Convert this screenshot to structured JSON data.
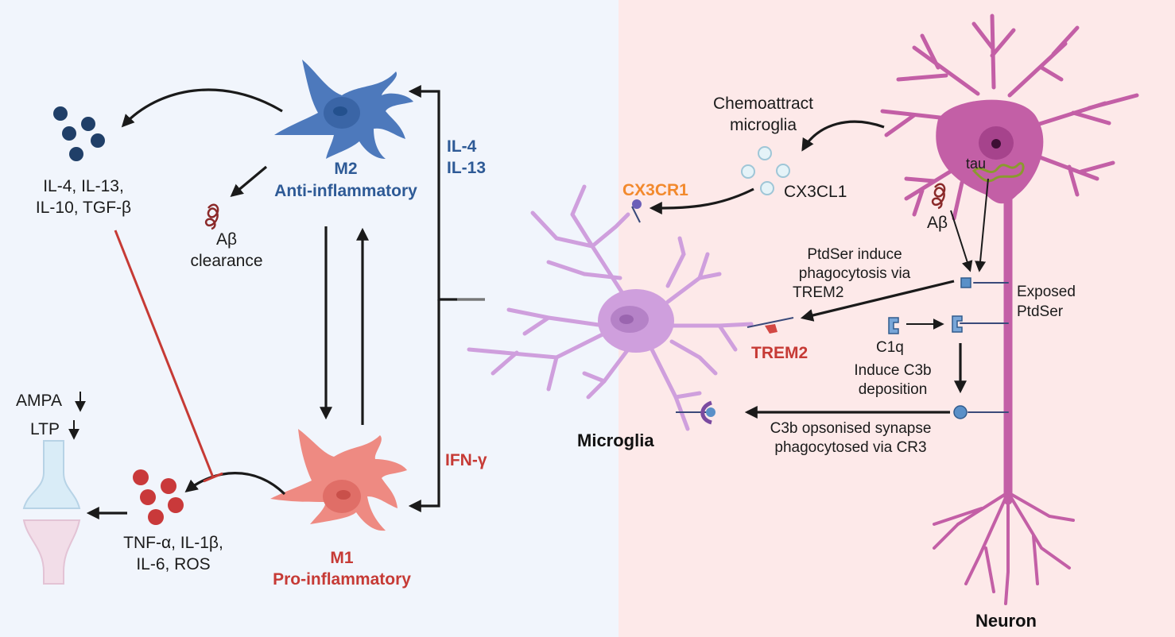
{
  "labels": {
    "m2_title": "M2",
    "m2_subtitle": "Anti-inflammatory",
    "m1_title": "M1",
    "m1_subtitle": "Pro-inflammatory",
    "il4": "IL-4",
    "il13": "IL-13",
    "ifn": "IFN-γ",
    "anti_cyto_line1": "IL-4, IL-13,",
    "anti_cyto_line2": "IL-10, TGF-β",
    "ab_clear_line1": "Aβ",
    "ab_clear_line2": "clearance",
    "ampa": "AMPA",
    "ltp": "LTP",
    "pro_cyto_line1": "TNF-α, IL-1β,",
    "pro_cyto_line2": "IL-6, ROS",
    "chemo_line1": "Chemoattract",
    "chemo_line2": "microglia",
    "cx3cl1": "CX3CL1",
    "cx3cr1": "CX3CR1",
    "tau": "tau",
    "ab": "Aβ",
    "ptd_line1": "PtdSer induce",
    "ptd_line2": "phagocytosis via",
    "ptd_line3": "TREM2",
    "exposed_line1": "Exposed",
    "exposed_line2": "PtdSer",
    "trem2": "TREM2",
    "c1q": "C1q",
    "c3b_line1": "Induce C3b",
    "c3b_line2": "deposition",
    "cr3_line1": "C3b opsonised synapse",
    "cr3_line2": "phagocytosed via CR3",
    "microglia": "Microglia",
    "neuron": "Neuron"
  },
  "colors": {
    "left_bg": "#f1f5fc",
    "right_bg": "#fde9e9",
    "m2_cell": "#4d79bc",
    "m1_cell": "#ee8a82",
    "microglia_cell": "#cf9fdd",
    "neuron_cell": "#c35fa6",
    "anti_dots": "#203f68",
    "pro_dots": "#c9393a"
  }
}
